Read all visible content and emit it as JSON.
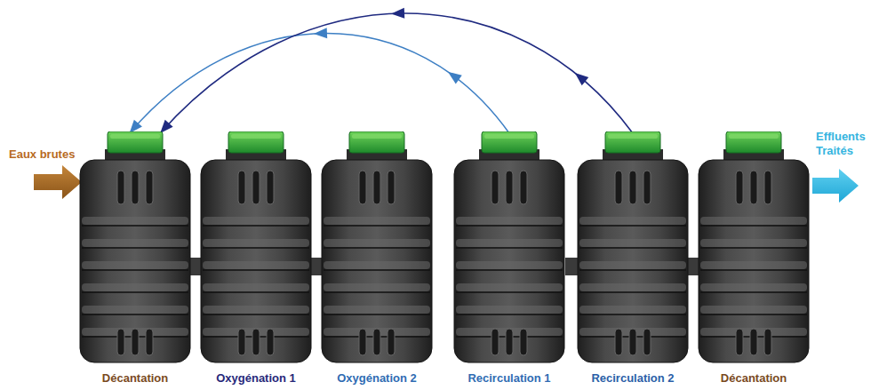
{
  "diagram": {
    "nodes": [
      {
        "text": [
          "Décantation"
        ]
      },
      {
        "text": [
          "Oxygénation 1"
        ]
      },
      {
        "text": [
          "Oxygénation 2"
        ]
      },
      {
        "text": [
          "Recirculation 1"
        ]
      },
      {
        "text": [
          "Recirculation 2"
        ]
      },
      {
        "text": [
          "Décantation"
        ]
      }
    ],
    "edges": [
      {
        "from": 3,
        "to": 0,
        "arrow": "to"
      },
      {
        "from": 4,
        "to": 0,
        "arrow": "to"
      }
    ],
    "labels": [
      "Eaux brutes",
      "Effluents Traités"
    ]
  }
}
